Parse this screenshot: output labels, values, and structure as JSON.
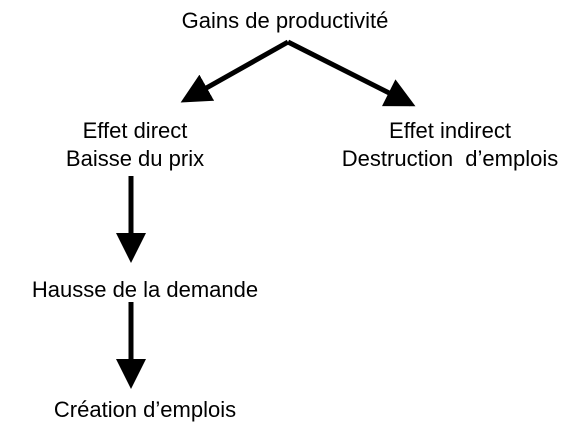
{
  "diagram": {
    "root": {
      "label": "Gains de productivité"
    },
    "direct": {
      "title": "Effet direct",
      "subtitle": "Baisse du prix"
    },
    "indirect": {
      "title": "Effet indirect",
      "subtitle": "Destruction  d’emplois"
    },
    "demand": {
      "label": "Hausse de la demande"
    },
    "creation": {
      "label": "Création d’emplois"
    },
    "edges": [
      {
        "from": "root",
        "to": "direct"
      },
      {
        "from": "root",
        "to": "indirect"
      },
      {
        "from": "direct",
        "to": "demand"
      },
      {
        "from": "demand",
        "to": "creation"
      }
    ],
    "colors": {
      "text": "#000000",
      "arrow": "#000000",
      "background": "#ffffff"
    }
  }
}
